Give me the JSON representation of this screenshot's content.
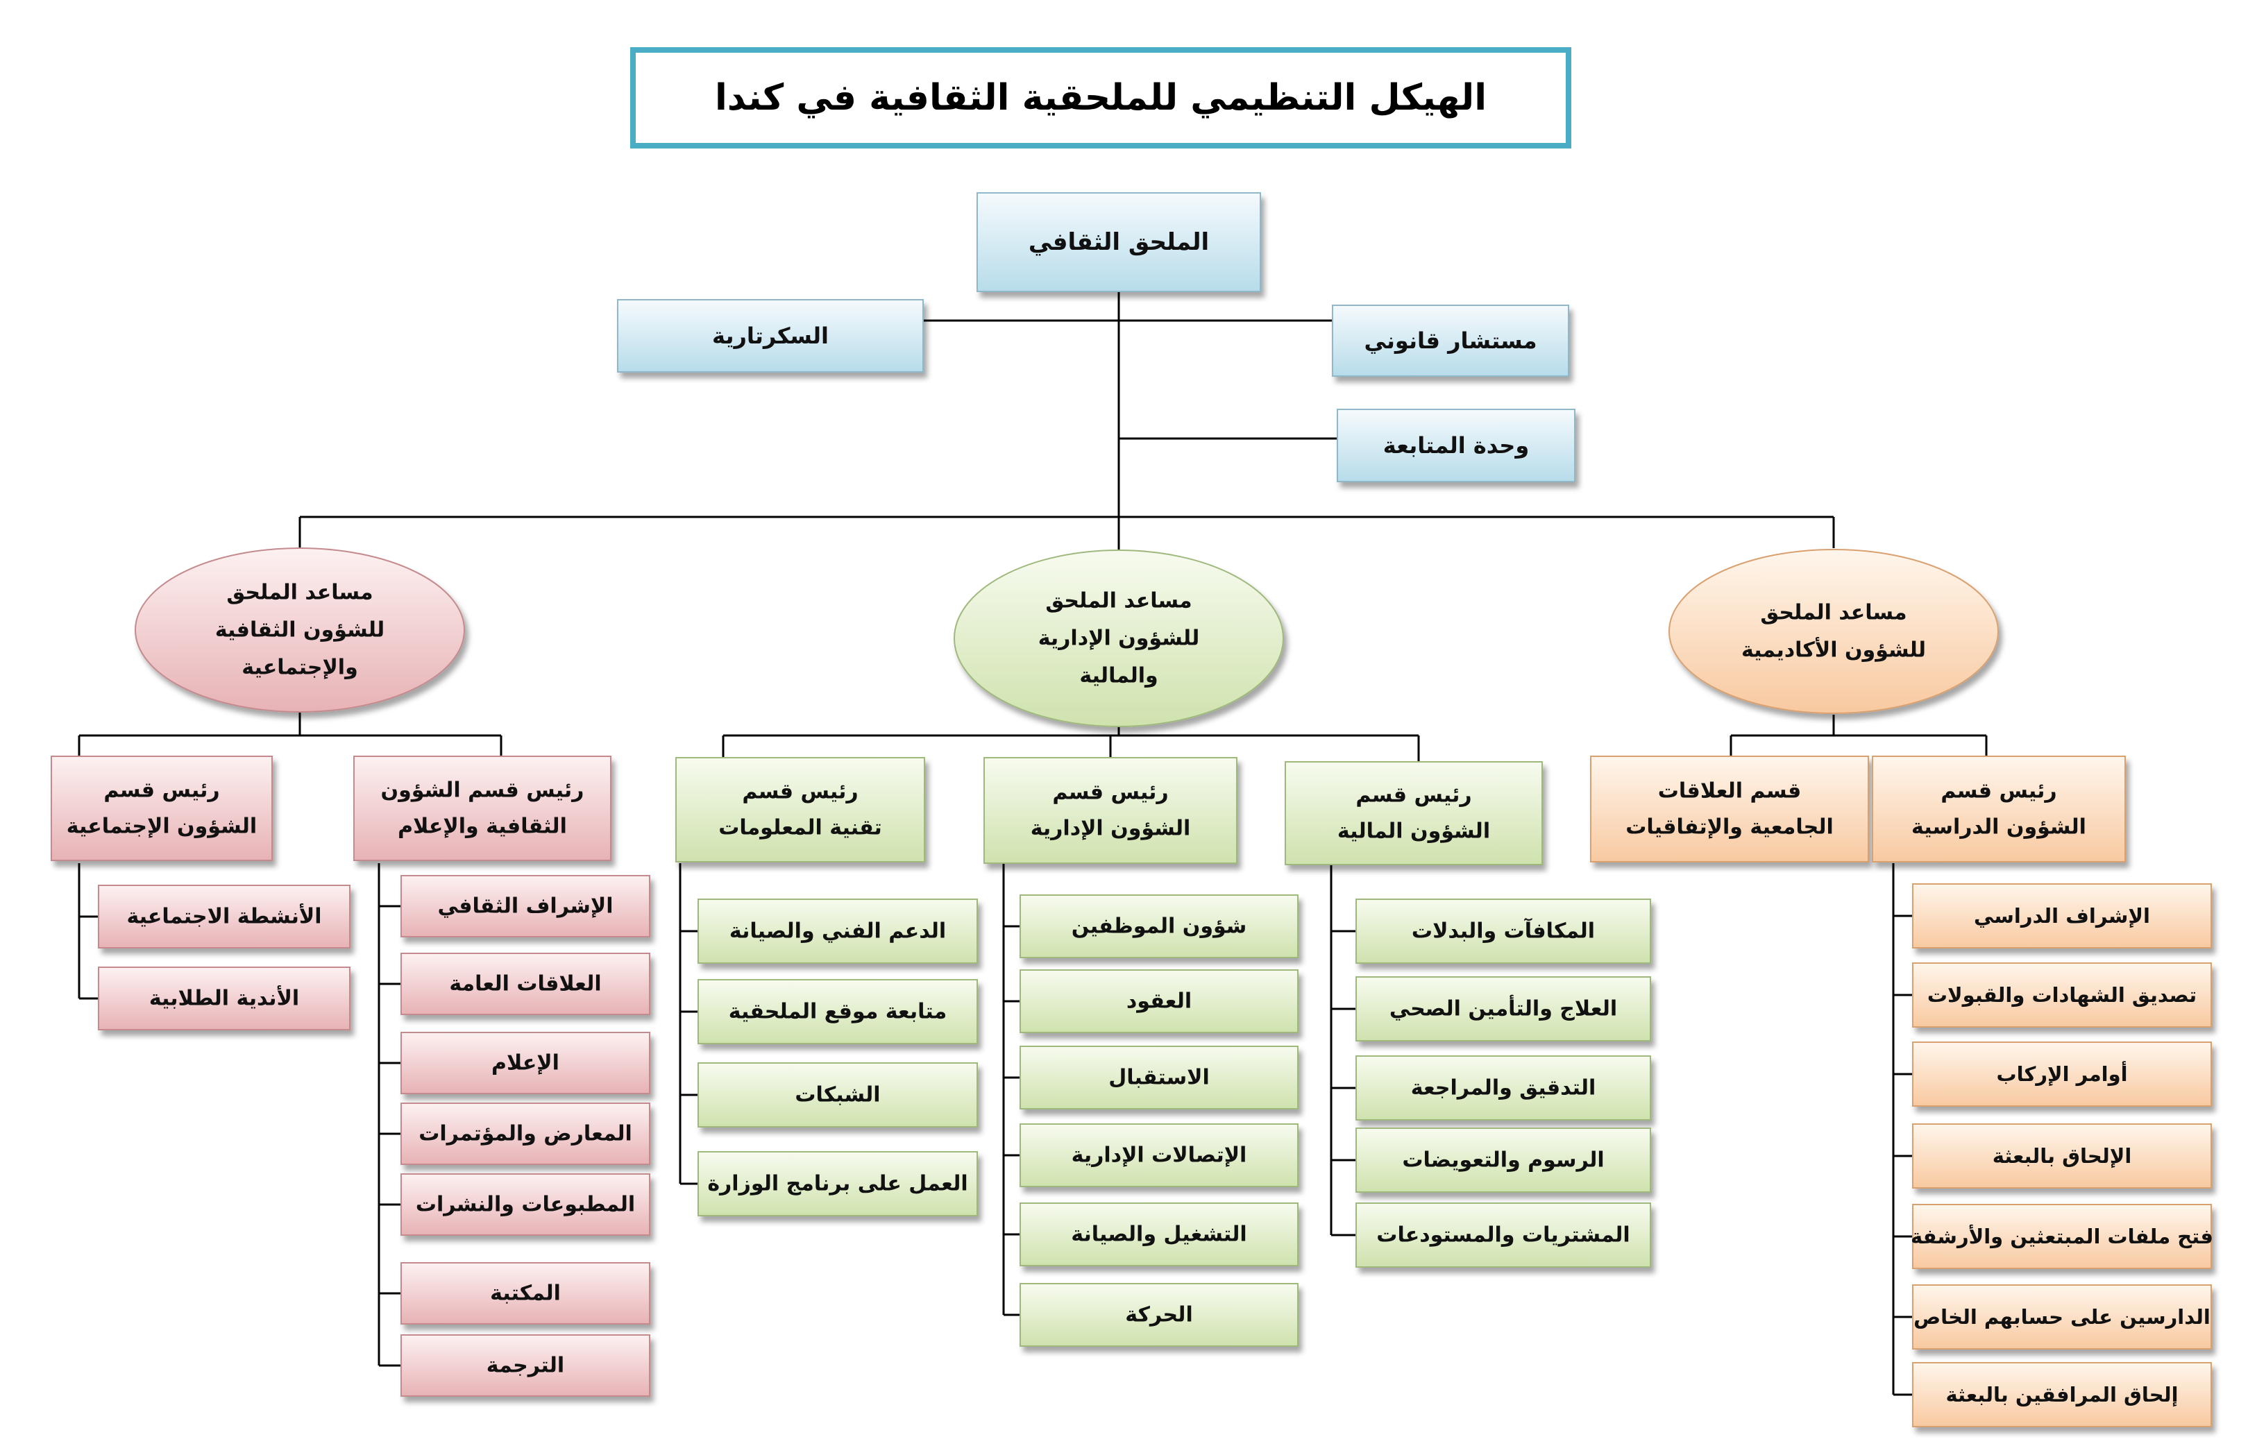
{
  "title": "الهيكل التنظيمي للملحقية الثقافية في كندا",
  "colors": {
    "title_border": "#4bacc6",
    "blue": [
      "#f5fafd",
      "#b7dcea"
    ],
    "blue_border": "#8fb8c8",
    "red": [
      "#fdf1f1",
      "#e7b2b5"
    ],
    "red_border": "#c58a8e",
    "green": [
      "#f7fbef",
      "#cfe2ad"
    ],
    "green_border": "#9fb97d",
    "orange": [
      "#fff6ec",
      "#f8c9a0"
    ],
    "orange_border": "#d9a070",
    "line": "#000000"
  },
  "top": {
    "attache": "الملحق الثقافي",
    "secretariat": "السكرتارية",
    "legal_advisor": "مستشار قانوني",
    "followup_unit": "وحدة المتابعة"
  },
  "assistants": {
    "cultural": [
      "مساعد الملحق",
      "للشؤون الثقافية",
      "والإجتماعية"
    ],
    "admin": [
      "مساعد الملحق",
      "للشؤون الإدارية",
      "والمالية"
    ],
    "academic": [
      "مساعد الملحق",
      "للشؤون الأكاديمية"
    ]
  },
  "departments": {
    "social": [
      "رئيس قسم",
      "الشؤون الإجتماعية"
    ],
    "culture_media": [
      "رئيس قسم الشؤون",
      "الثقافية والإعلام"
    ],
    "it": [
      "رئيس قسم",
      "تقنية المعلومات"
    ],
    "admin": [
      "رئيس قسم",
      "الشؤون الإدارية"
    ],
    "finance": [
      "رئيس قسم",
      "الشؤون المالية"
    ],
    "relations": [
      "قسم العلاقات",
      "الجامعية والإتفاقيات"
    ],
    "study": [
      "رئيس قسم",
      "الشؤون الدراسية"
    ]
  },
  "units": {
    "social": [
      "الأنشطة الاجتماعية",
      "الأندية الطلابية"
    ],
    "culture_media": [
      "الإشراف الثقافي",
      "العلاقات العامة",
      "الإعلام",
      "المعارض والمؤتمرات",
      "المطبوعات والنشرات",
      "المكتبة",
      "الترجمة"
    ],
    "it": [
      "الدعم الفني والصيانة",
      "متابعة موقع الملحقية",
      "الشبكات",
      "العمل على برنامج الوزارة"
    ],
    "admin": [
      "شؤون الموظفين",
      "العقود",
      "الاستقبال",
      "الإتصالات الإدارية",
      "التشغيل والصيانة",
      "الحركة"
    ],
    "finance": [
      "المكافآت والبدلات",
      "العلاج والتأمين الصحي",
      "التدقيق والمراجعة",
      "الرسوم والتعويضات",
      "المشتريات والمستودعات"
    ],
    "study": [
      "الإشراف الدراسي",
      "تصديق الشهادات والقبولات",
      "أوامر الإركاب",
      "الإلحاق بالبعثة",
      "فتح ملفات المبتعثين والأرشفة",
      "الدارسين على حسابهم الخاص",
      "إلحاق المرافقين بالبعثة"
    ]
  }
}
